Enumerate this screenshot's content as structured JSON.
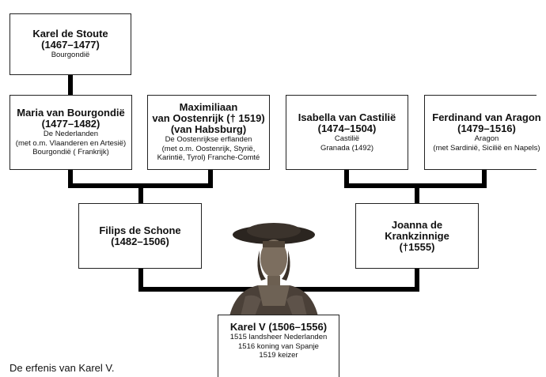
{
  "people": {
    "karel_de_stoute": {
      "name": "Karel de Stoute\n(1467–1477)",
      "detail": "Bourgondië"
    },
    "maria": {
      "name": "Maria van Bourgondië\n(1477–1482)",
      "detail": "De Nederlanden\n(met o.m. Vlaanderen en Artesië)\nBourgondië ( Frankrijk)"
    },
    "maximiliaan": {
      "name": "Maximiliaan\nvan Oostenrijk († 1519)\n(van Habsburg)",
      "detail": "De Oostenrijkse erflanden\n(met o.m. Oostenrijk, Styrië,\nKarintië, Tyrol) Franche-Comté"
    },
    "isabella": {
      "name": "Isabella van Castilië\n(1474–1504)",
      "detail": "Castilië\nGranada (1492)"
    },
    "ferdinand": {
      "name": "Ferdinand van Aragon\n(1479–1516)",
      "detail": "Aragon\n(met Sardinië, Sicilië en Napels)"
    },
    "filips": {
      "name": "Filips de Schone\n(1482–1506)",
      "detail": ""
    },
    "joanna": {
      "name": "Joanna de Krankzinnige\n(†1555)",
      "detail": ""
    },
    "karel_v": {
      "name": "Karel V (1506–1556)",
      "detail": "1515 landsheer Nederlanden\n1516 koning van Spanje\n1519 keizer"
    }
  },
  "caption": "De erfenis van Karel V."
}
